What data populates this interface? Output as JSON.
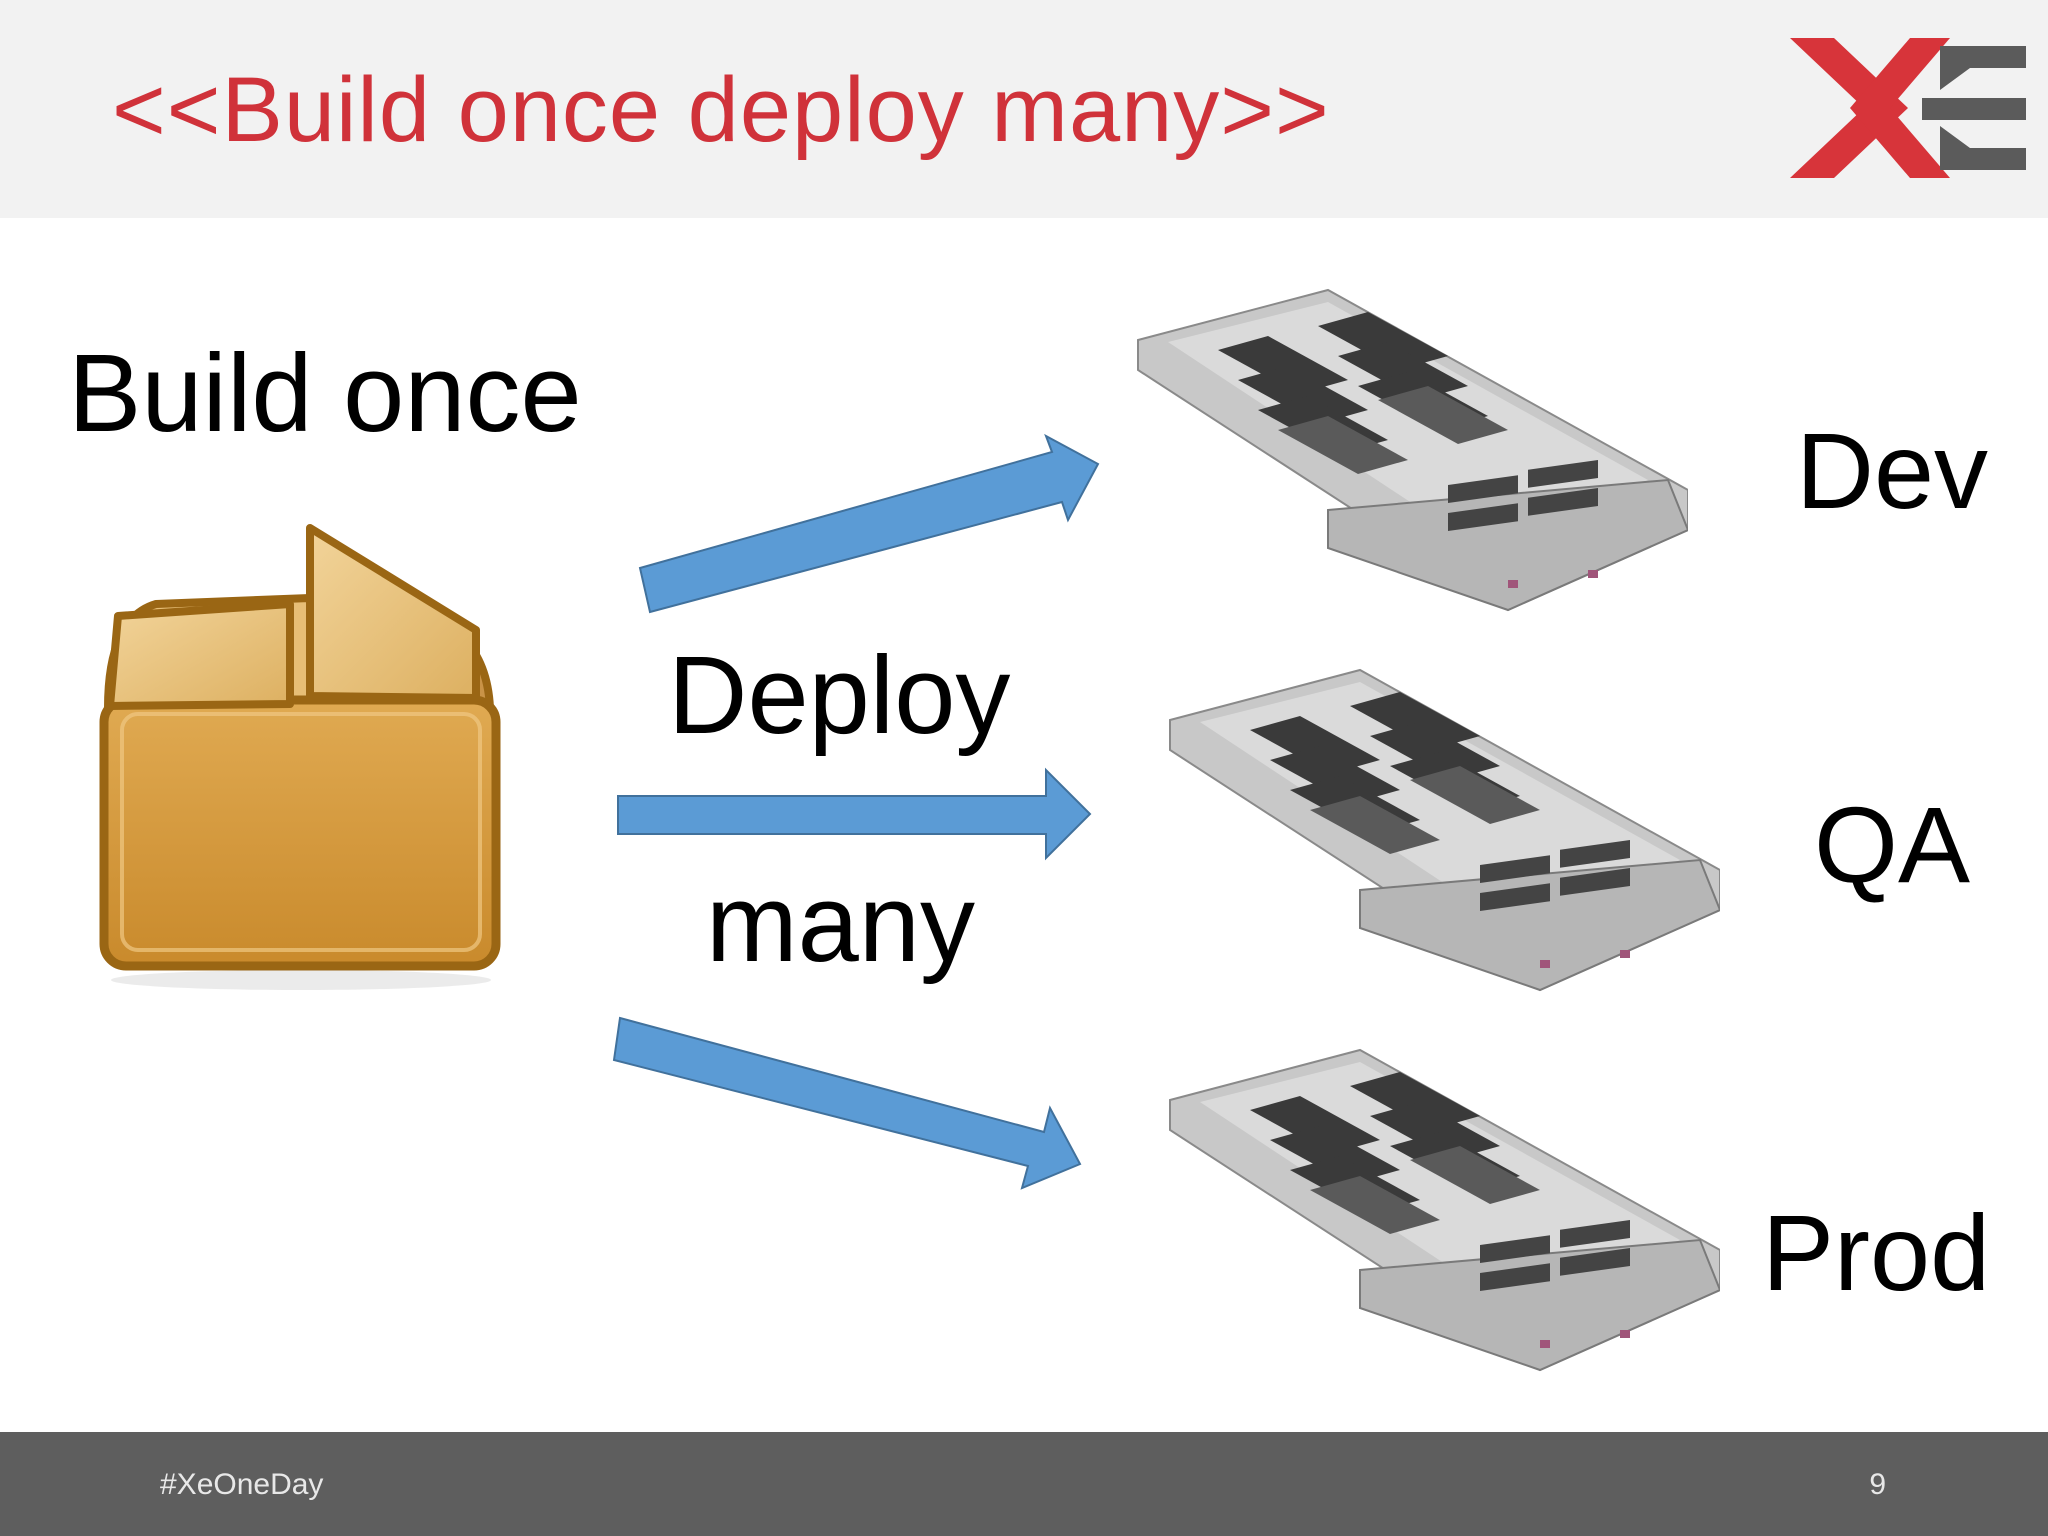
{
  "slide": {
    "title": "<<Build once deploy many>>",
    "build_label": "Build once",
    "deploy_label": "Deploy",
    "many_label": "many"
  },
  "environments": [
    {
      "name": "Dev"
    },
    {
      "name": "QA"
    },
    {
      "name": "Prod"
    }
  ],
  "footer": {
    "hashtag": "#XeOneDay",
    "page_number": "9"
  },
  "icons": {
    "logo": "xe-logo-icon",
    "package": "package-box-icon",
    "server": "server-blade-icon",
    "arrow": "arrow-icon"
  },
  "colors": {
    "title": "#d0323a",
    "logo_red": "#d7343a",
    "logo_gray": "#5b5b5b",
    "arrow_fill": "#5b9bd5",
    "header_bg": "#f2f2f2",
    "footer_bg": "#5e5e5e"
  }
}
